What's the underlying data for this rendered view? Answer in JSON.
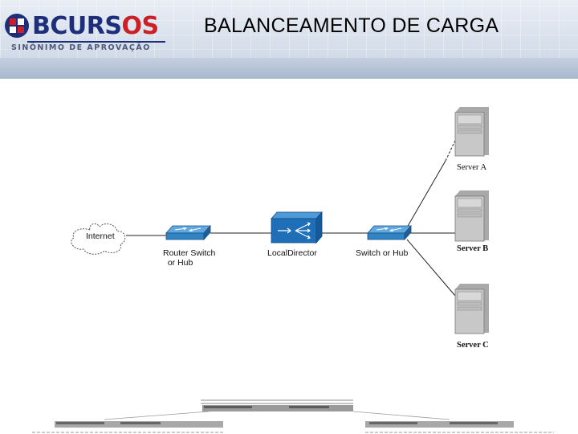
{
  "header": {
    "title": "BALANCEAMENTO DE CARGA",
    "logo_main": "BCURS",
    "logo_accent": "OS",
    "logo_tagline": "SINÔNIMO DE APROVAÇÃO"
  },
  "diagram": {
    "nodes": {
      "internet": "Internet",
      "router": "Router Switch\n  or Hub",
      "director": "LocalDirector",
      "switch": "Switch or Hub",
      "server_a": "Server A",
      "server_b": "Server B",
      "server_c": "Server C"
    }
  },
  "colors": {
    "brand_blue": "#1d2f7a",
    "brand_red": "#cc1f26",
    "device_blue": "#2f84c6",
    "director_blue": "#1f6fb8",
    "server_gray": "#c8c8c8"
  },
  "icons": [
    "cloud-icon",
    "switch-icon",
    "director-icon",
    "server-icon"
  ]
}
